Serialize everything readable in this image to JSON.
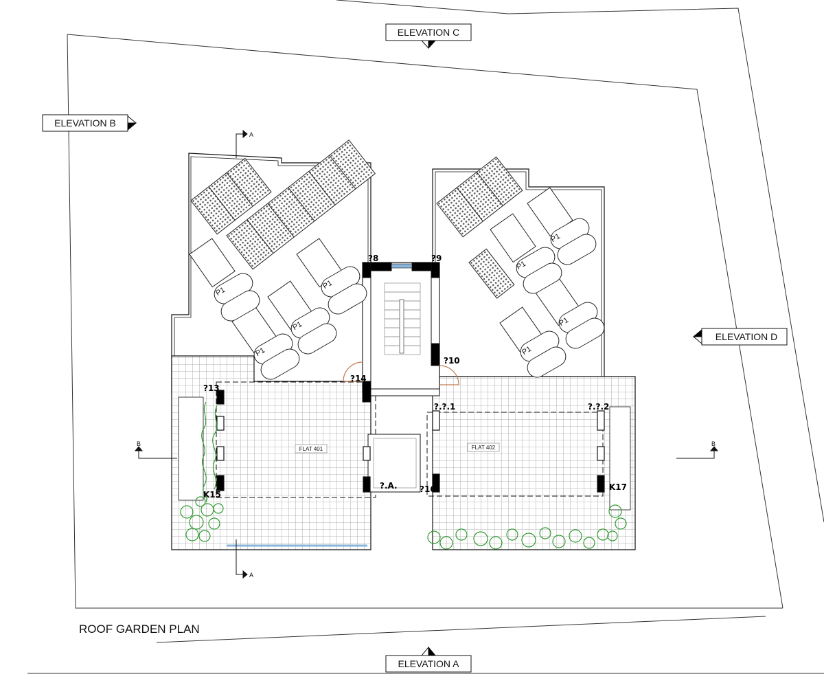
{
  "title": "ROOF GARDEN PLAN",
  "elevations": {
    "a": "ELEVATION A",
    "b": "ELEVATION B",
    "c": "ELEVATION C",
    "d": "ELEVATION D"
  },
  "section_marks": {
    "a_top": "A",
    "a_bottom": "A",
    "b_left": "B",
    "b_right": "B"
  },
  "rooms": {
    "flat_401": "FLAT 401",
    "flat_402": "FLAT 402"
  },
  "solar_labels": [
    "P1",
    "P1",
    "P1",
    "P1",
    "P1",
    "P1",
    "P1",
    "P1"
  ],
  "column_tags": {
    "k8": "?8",
    "k9": "?9",
    "k10": "?10",
    "k14": "?14",
    "k13": "?13",
    "k15": "K15",
    "ka": "?.A.",
    "k16": "?16",
    "k11": "?.?.1",
    "k12": "?.?.2",
    "k17": "K17"
  },
  "colors": {
    "line": "#111111",
    "tile": "#9a9a9a",
    "panel": "#555555",
    "plant": "#2e9a2e",
    "door": "#c07a4e",
    "glass": "#8ab4d8"
  }
}
